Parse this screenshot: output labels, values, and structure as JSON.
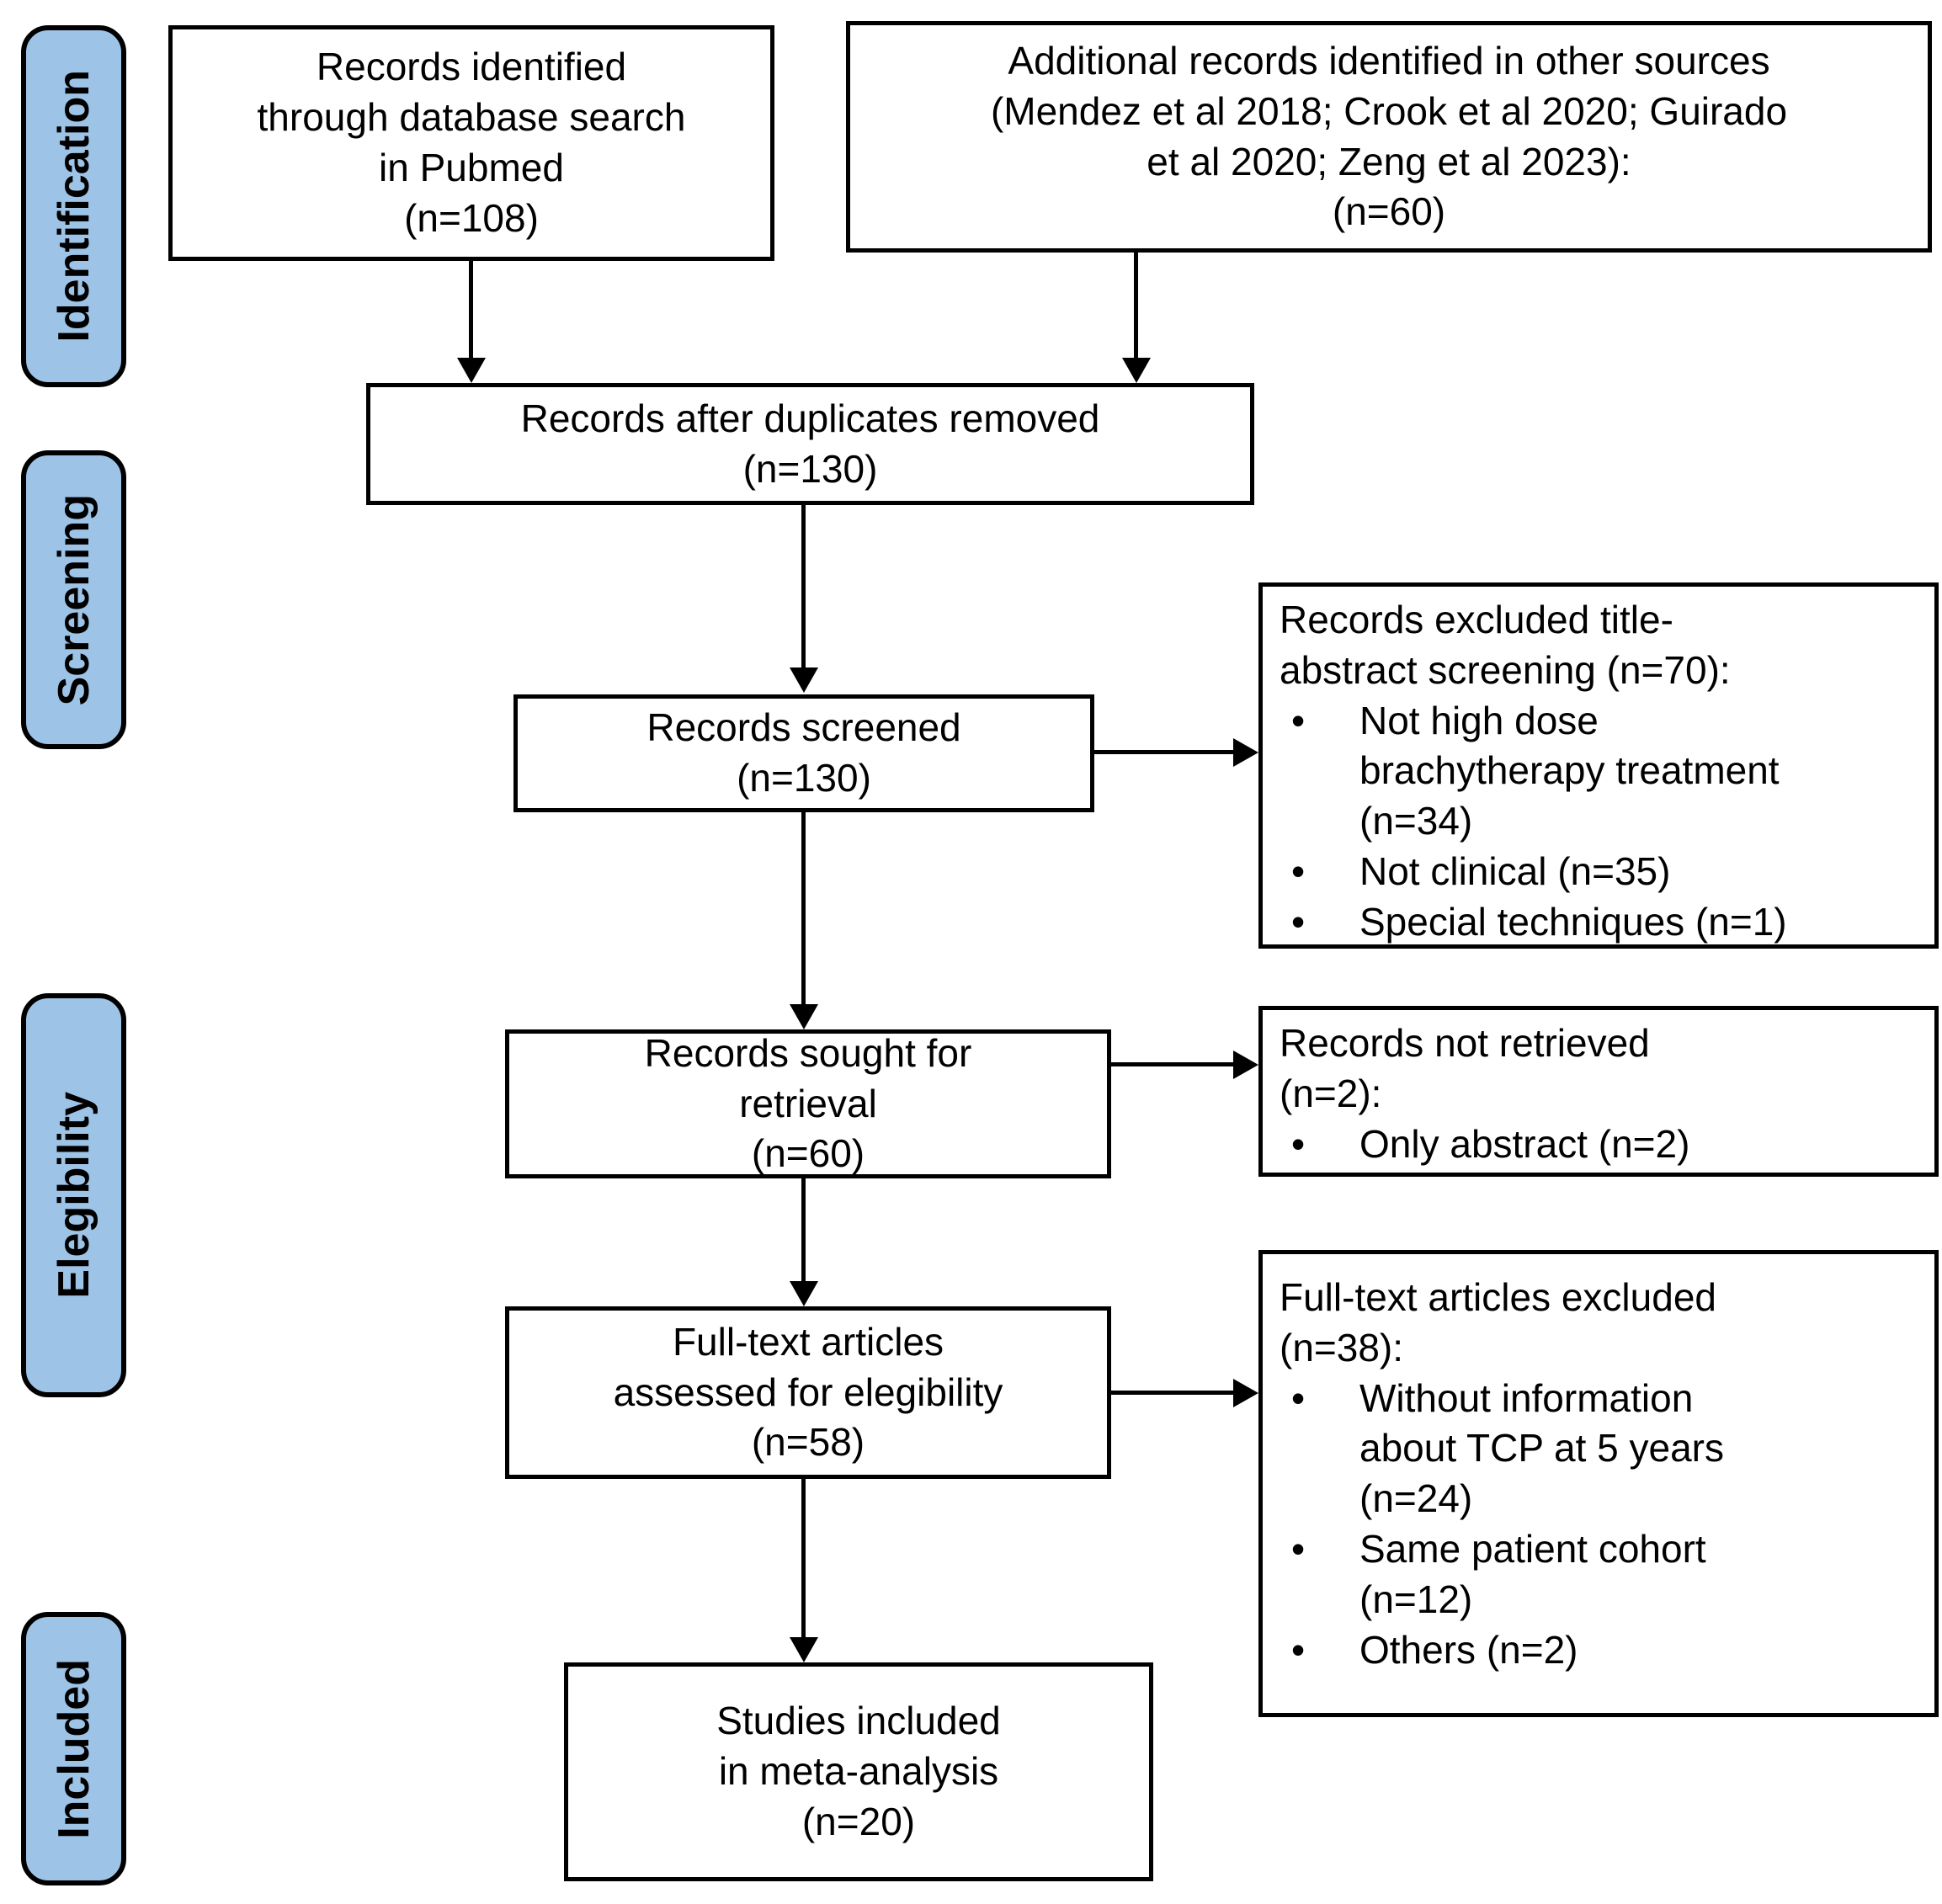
{
  "colors": {
    "stage_fill": "#9DC3E6",
    "line": "#000000",
    "background": "#FFFFFF"
  },
  "stages": {
    "identification": "Identification",
    "screening": "Screening",
    "elegibility": "Elegibility",
    "included": "Included"
  },
  "boxes": {
    "records_identified": "Records identified\nthrough database search\nin Pubmed\n(n=108)",
    "additional_records": "Additional records identified in other sources\n(Mendez et al 2018; Crook et al 2020; Guirado\net al 2020; Zeng et al 2023):\n(n=60)",
    "after_duplicates": "Records after duplicates removed\n(n=130)",
    "records_screened": "Records screened\n(n=130)",
    "excluded_screening": {
      "title": "Records excluded title-\nabstract screening (n=70):",
      "bullet": "•",
      "items": [
        "Not high dose\nbrachytherapy treatment\n(n=34)",
        "Not clinical (n=35)",
        "Special techniques (n=1)"
      ]
    },
    "sought_retrieval": "Records sought for\nretrieval\n(n=60)",
    "not_retrieved": {
      "title": "Records not retrieved\n(n=2):",
      "bullet": "•",
      "items": [
        "Only abstract (n=2)"
      ]
    },
    "fulltext_assessed": "Full-text articles\nassessed for elegibility\n(n=58)",
    "fulltext_excluded": {
      "title": "Full-text articles excluded\n(n=38):",
      "bullet": "•",
      "items": [
        "Without information\nabout TCP at 5 years\n(n=24)",
        "Same patient cohort\n(n=12)",
        "Others (n=2)"
      ]
    },
    "studies_included": "Studies included\nin meta-analysis\n(n=20)"
  }
}
